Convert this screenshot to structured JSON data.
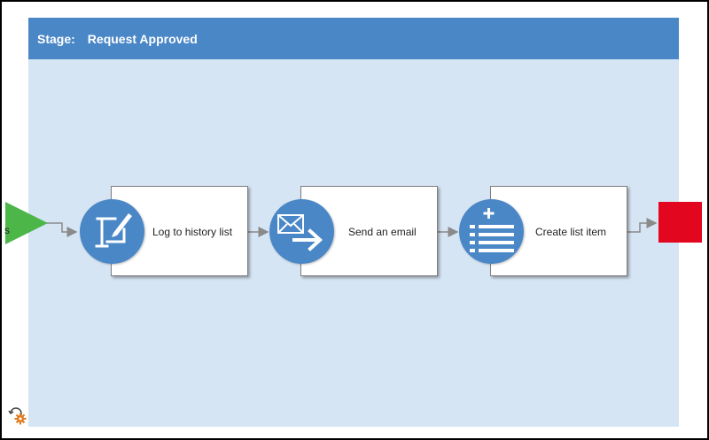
{
  "stage": {
    "prefix": "Stage:",
    "title": "Request Approved"
  },
  "start": {
    "cut_text": "s"
  },
  "steps": [
    {
      "label": "Log to history list",
      "icon": "log-history-icon"
    },
    {
      "label": "Send an email",
      "icon": "send-email-icon"
    },
    {
      "label": "Create list item",
      "icon": "create-list-item-icon"
    }
  ],
  "colors": {
    "header": "#4a87c7",
    "stage_bg": "#d6e5f4",
    "start": "#4cb748",
    "end": "#e3061f",
    "icon_circle": "#4a87c7"
  }
}
